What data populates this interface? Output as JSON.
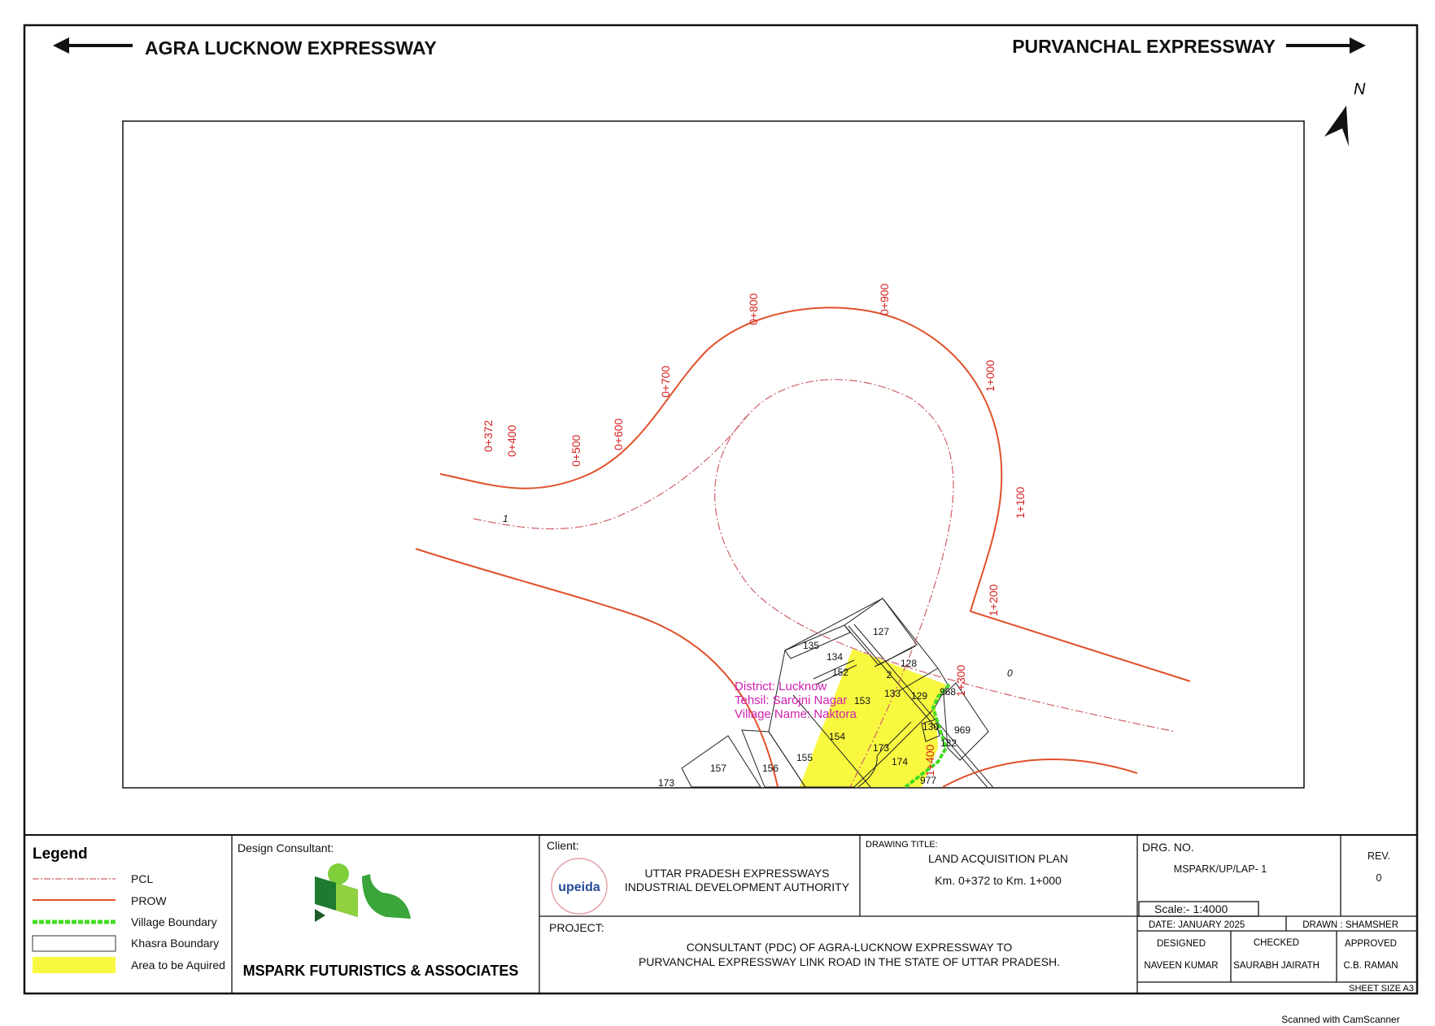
{
  "header": {
    "left_direction": "AGRA LUCKNOW EXPRESSWAY",
    "right_direction": "PURVANCHAL EXPRESSWAY",
    "north_label": "N"
  },
  "map": {
    "chainages": [
      "0+372",
      "0+400",
      "0+500",
      "0+600",
      "0+700",
      "0+800",
      "0+900",
      "1+000",
      "1+100",
      "1+200",
      "1+300",
      "1+400"
    ],
    "pcl_labels": [
      "1",
      "0"
    ],
    "parcels": [
      "127",
      "135",
      "134",
      "152",
      "2",
      "128",
      "153",
      "133",
      "129",
      "968",
      "969",
      "130",
      "132",
      "154",
      "173",
      "174",
      "155",
      "156",
      "157",
      "977",
      "173"
    ],
    "location": {
      "district": "District: Lucknow",
      "tehsil": "Tehsil: Sarojni Nagar",
      "village": "Village Name: Naktora"
    }
  },
  "legend": {
    "title": "Legend",
    "items": [
      "PCL",
      "PROW",
      "Village Boundary",
      "Khasra Boundary",
      "Area to be Aquired"
    ]
  },
  "consultant": {
    "label": "Design Consultant:",
    "logo_text": "MSPARK FUTURISTICS & ASSOCIATES",
    "name": "MSPARK FUTURISTICS & ASSOCIATES"
  },
  "client": {
    "label": "Client:",
    "logo_text": "upeida",
    "line1": "UTTAR PRADESH EXPRESSWAYS",
    "line2": "INDUSTRIAL DEVELOPMENT AUTHORITY"
  },
  "drawing": {
    "label": "DRAWING TITLE:",
    "title": "LAND ACQUISITION PLAN",
    "range": "Km. 0+372 to Km. 1+000"
  },
  "drg": {
    "label": "DRG. NO.",
    "number": "MSPARK/UP/LAP-  1",
    "rev_label": "REV.",
    "rev": "0",
    "scale": "Scale:- 1:4000",
    "date": "DATE: JANUARY 2025",
    "drawn": "DRAWN : SHAMSHER",
    "designed_label": "DESIGNED",
    "checked_label": "CHECKED",
    "approved_label": "APPROVED",
    "designed": "NAVEEN KUMAR",
    "checked": "SAURABH JAIRATH",
    "approved": "C.B. RAMAN",
    "sheet": "SHEET SIZE A3"
  },
  "project": {
    "label": "PROJECT:",
    "line1": "CONSULTANT (PDC) OF AGRA-LUCKNOW EXPRESSWAY TO",
    "line2": "PURVANCHAL EXPRESSWAY LINK ROAD IN THE STATE OF UTTAR PRADESH."
  },
  "footer": {
    "scanner": "Scanned with CamScanner"
  },
  "colors": {
    "prow": "#e0502a",
    "pcl": "#d0606a",
    "village": "#44dd22",
    "acquire": "#f8f840",
    "district": "#d020b0"
  }
}
